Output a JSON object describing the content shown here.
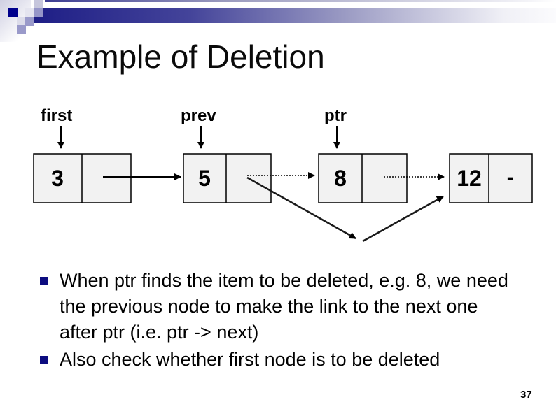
{
  "slide": {
    "title": "Example of Deletion",
    "page_number": "37"
  },
  "diagram": {
    "pointer_labels": [
      "first",
      "prev",
      "ptr"
    ],
    "nodes": [
      {
        "value": "3",
        "next": ""
      },
      {
        "value": "5",
        "next": ""
      },
      {
        "value": "8",
        "next": ""
      },
      {
        "value": "12",
        "next": "-"
      }
    ]
  },
  "bullets": [
    {
      "lines": [
        "When ptr finds the item to be deleted, e.g. 8, we need",
        "the previous node to make the link to the next one",
        "after ptr (i.e. ptr -> next)"
      ]
    },
    {
      "lines": [
        "Also check whether first node is to be deleted"
      ]
    }
  ],
  "colors": {
    "accent_navy": "#1e1e86",
    "bullet_marker_navy": "#0d0d80",
    "node_fill": "#f2f2f2",
    "node_border": "#000000",
    "text_color": "#000000",
    "bar_gradient_start": "#1e1e86",
    "bar_gradient_end": "#fbfbfd"
  }
}
